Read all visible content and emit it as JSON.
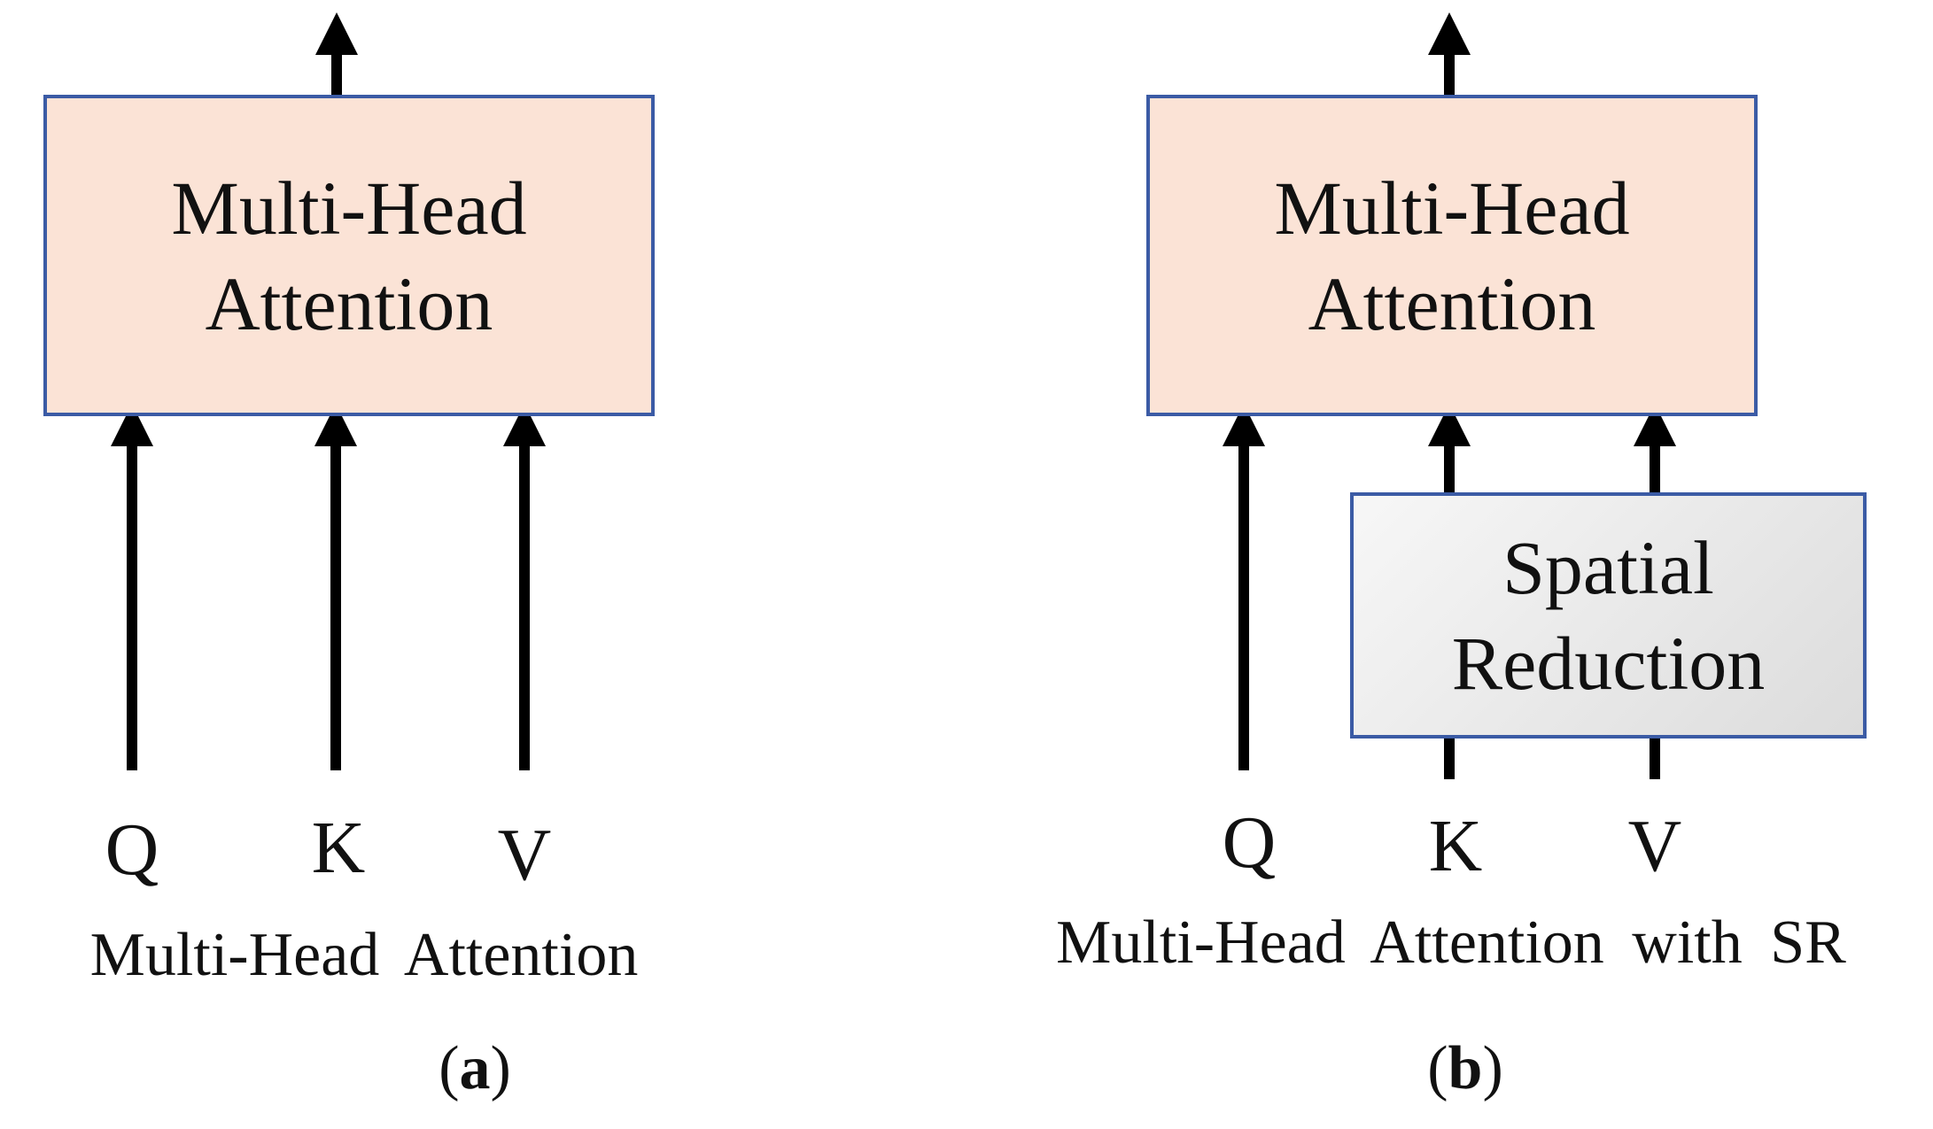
{
  "panel_a": {
    "box_line1": "Multi-Head",
    "box_line2": "Attention",
    "inputs": {
      "q": "Q",
      "k": "K",
      "v": "V"
    },
    "caption": "Multi-Head Attention",
    "label_open": "(",
    "label_letter": "a",
    "label_close": ")"
  },
  "panel_b": {
    "box_line1": "Multi-Head",
    "box_line2": "Attention",
    "sr_line1": "Spatial",
    "sr_line2": "Reduction",
    "inputs": {
      "q": "Q",
      "k": "K",
      "v": "V"
    },
    "caption": "Multi-Head Attention with SR",
    "label_open": "(",
    "label_letter": "b",
    "label_close": ")"
  },
  "colors": {
    "mha_fill": "#fbe3d6",
    "sr_fill": "#e6e6e6",
    "box_border": "#3b5ba5",
    "arrow": "#000000"
  }
}
